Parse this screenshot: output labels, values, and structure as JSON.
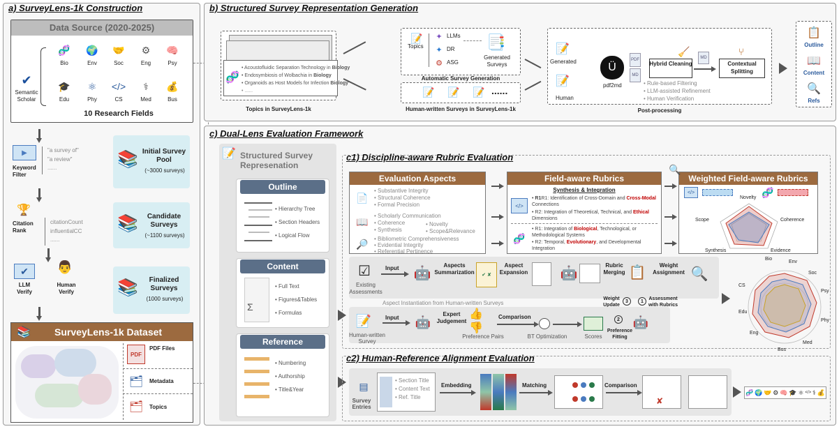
{
  "panel_a": {
    "title": "a) SurveyLens-1k Construction",
    "data_source": "Data Source (2020-2025)",
    "semantic_scholar": "Semantic Scholar",
    "fields": [
      "Bio",
      "Env",
      "Soc",
      "Eng",
      "Psy",
      "Edu",
      "Phy",
      "CS",
      "Med",
      "Bus"
    ],
    "fields_caption": "10 Research Fields",
    "keyword_filter": "Keyword Filter",
    "keywords": [
      "\"a survey of\"",
      "\"a review\"",
      "......"
    ],
    "citation_rank": "Citation Rank",
    "citation_items": [
      "citationCount",
      "influentialCC",
      "......"
    ],
    "llm_verify": "LLM Verify",
    "human_verify": "Human Verify",
    "initial_pool": "Initial Survey Pool",
    "initial_count": "(~3000 surveys)",
    "candidate": "Candidate Surveys",
    "candidate_count": "(~1100 surveys)",
    "finalized": "Finalized Surveys",
    "finalized_count": "(1000 surveys)",
    "dataset": "SurveyLens-1k Dataset",
    "pdf_files": "PDF Files",
    "metadata": "Metadata",
    "topics": "Topics"
  },
  "panel_b": {
    "title": "b) Structured Survey Representation Generation",
    "topic_lines": [
      "Acoustofluidic Separation Technology in ",
      "Endosymbiosis of Wolbachia in ",
      "Organoids as Host Models for Infection "
    ],
    "topic_field": "Biology",
    "topics_caption": "Topics in SurveyLens-1k",
    "topics_label": "Topics",
    "methods": [
      "LLMs",
      "DR",
      "ASG"
    ],
    "generated_surveys": "Generated Surveys",
    "auto_gen": "Automatic Survey Generation",
    "human_caption": "Human-written Surveys in SurveyLens-1k",
    "generated": "Generated",
    "human": "Human",
    "pdf2md": "pdf2md",
    "hybrid_cleaning": "Hybrid Cleaning",
    "cleaning_steps": [
      "Rule-based Filtering",
      "LLM-assisted Refinement",
      "Human Verification"
    ],
    "contextual_splitting": "Contextual Splitting",
    "post_processing": "Post-processing",
    "outputs": [
      "Outline",
      "Content",
      "Refs"
    ]
  },
  "panel_c": {
    "title": "c) Dual-Lens Evaluation Framework",
    "structured_title": "Structured Survey Represenation",
    "outline_head": "Outline",
    "outline_items": [
      "Hierarchy Tree",
      "Section Headers",
      "Logical Flow"
    ],
    "content_head": "Content",
    "content_items": [
      "Full Text",
      "Figures&Tables",
      "Formulas"
    ],
    "reference_head": "Reference",
    "reference_items": [
      "Numbering",
      "Authorship",
      "Title&Year"
    ],
    "c1_title": "c1) Discipline-aware Rubric Evaluation",
    "eval_aspects": "Evaluation Aspects",
    "aspect_group1": [
      "Substantive Integrity",
      "Structural Coherence",
      "Formal Precision"
    ],
    "aspect_group2a": [
      "Scholarly Communication",
      "Coherence",
      "Synthesis"
    ],
    "aspect_group2b": [
      "Novelty",
      "Scope&Relevance"
    ],
    "aspect_group3": [
      "Bibliometric Comprehensiveness",
      "Evidential Integrity",
      "Referential Pertinence"
    ],
    "field_rubrics": "Field-aware Rubrics",
    "synthesis": "Synthesis & Integration",
    "r_cs_1": "R1: Identification of Cross-Domain and ",
    "r_cs_1b": "Cross-Modal",
    "r_cs_1c": " Connections",
    "r_cs_2": "R2: Integration of Theoretical, Technical, and ",
    "r_cs_2b": "Ethical",
    "r_cs_2c": " Dimensions",
    "r_bio_1": "R1: Integration of ",
    "r_bio_1b": "Biological",
    "r_bio_1c": ", Technological, or Methodological Systems",
    "r_bio_2": "R2: Temporal, ",
    "r_bio_2b": "Evolutionary",
    "r_bio_2c": ", and Developmental Integration",
    "weighted_rubrics": "Weighted Field-aware Rubrics",
    "radar_axes": [
      "Novelty",
      "Coherence",
      "Evidence",
      "Synthesis",
      "Scope"
    ],
    "input": "Input",
    "existing": "Existing Assessments",
    "aspects_summarization": "Aspects Summarization",
    "aspect_expansion": "Aspect Expansion",
    "rubric_merging": "Rubric Merging",
    "weight_assignment": "Weight Assignment",
    "instantiation": "Aspect Instantiation from Human-written Surveys",
    "weight_update": "Weight Update",
    "assessment": "Assessment with Rubrics",
    "step1": "1",
    "step2": "2",
    "step3": "3",
    "human_survey": "Human-written Survey",
    "input2": "Input",
    "expert": "Expert Judgement",
    "preference_pairs": "Preference Pairs",
    "comparison": "Comparison",
    "bt": "BT Optimization",
    "scores": "Scores",
    "preference_fitting": "Preference Fitting",
    "c2_title": "c2) Human-Reference Alignment Evaluation",
    "survey_entries": "Survey Entries",
    "entry_items": [
      "Section Title",
      "Content Text",
      "Ref. Title"
    ],
    "embedding": "Embedding",
    "matching": "Matching",
    "comparison2": "Comparison",
    "final_fields": [
      "Bio",
      "Env",
      "Soc",
      "Psy",
      "CS",
      "Edu",
      "Eng",
      "Phy",
      "Med",
      "Bus"
    ]
  },
  "colors": {
    "brown": "#9c6a3f",
    "teal": "#d8eef3",
    "slate": "#5b6f88",
    "red": "#c00000"
  }
}
